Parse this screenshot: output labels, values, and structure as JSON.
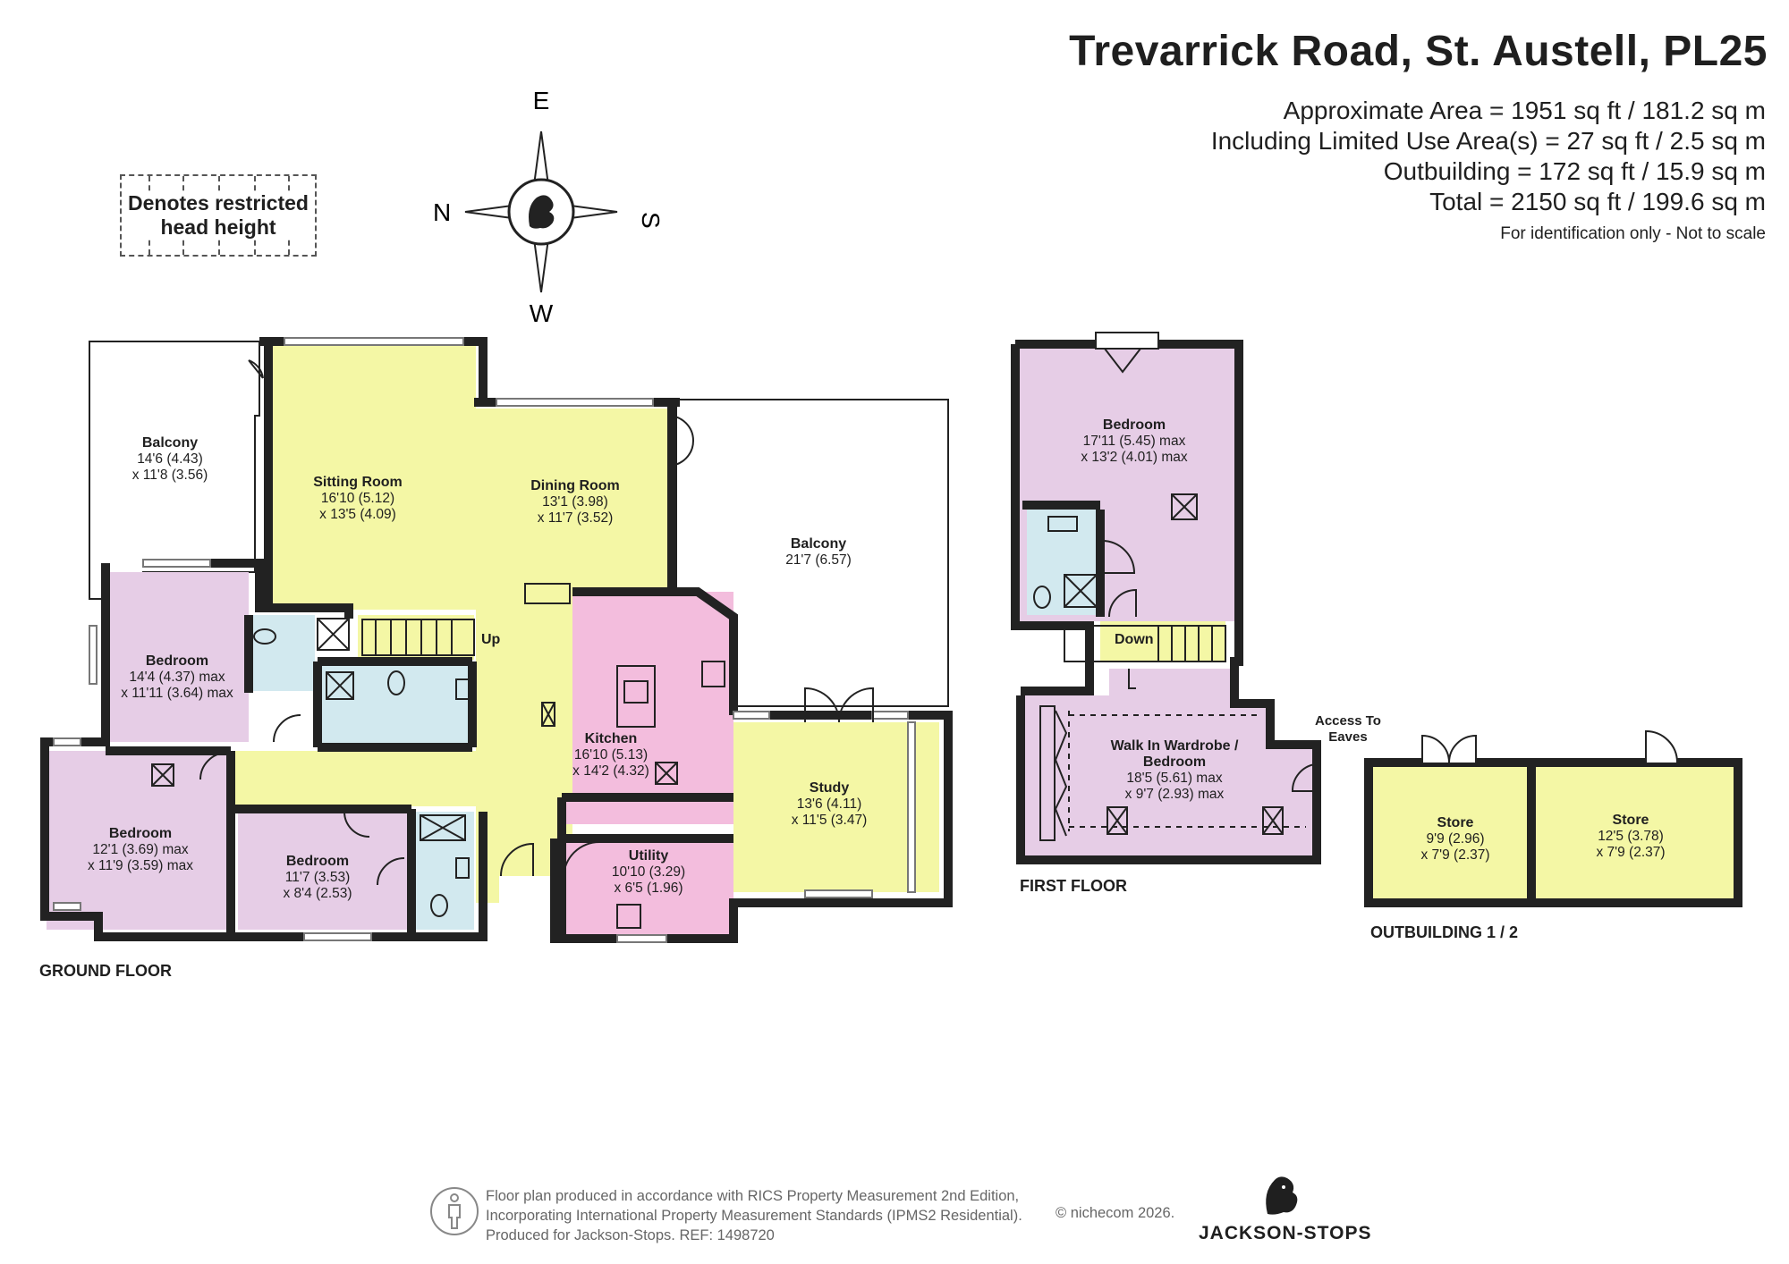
{
  "header": {
    "title": "Trevarrick Road, St. Austell, PL25",
    "area_lines": [
      "Approximate Area = 1951 sq ft / 181.2 sq m",
      "Including Limited Use Area(s) = 27 sq ft / 2.5 sq m",
      "Outbuilding = 172 sq ft / 15.9 sq m",
      "Total = 2150 sq ft / 199.6 sq m"
    ],
    "note": "For identification only - Not to scale"
  },
  "legend": {
    "restricted_line1": "Denotes restricted",
    "restricted_line2": "head height"
  },
  "compass": {
    "top": "E",
    "bottom": "W",
    "left": "N",
    "right": "S"
  },
  "floors": {
    "ground": "GROUND FLOOR",
    "first": "FIRST FLOOR",
    "outbuilding": "OUTBUILDING 1 / 2"
  },
  "rooms": {
    "balcony_left": {
      "name": "Balcony",
      "dim1": "14'6 (4.43)",
      "dim2": "x 11'8 (3.56)"
    },
    "sitting": {
      "name": "Sitting Room",
      "dim1": "16'10 (5.12)",
      "dim2": "x 13'5 (4.09)"
    },
    "dining": {
      "name": "Dining Room",
      "dim1": "13'1 (3.98)",
      "dim2": "x 11'7 (3.52)"
    },
    "balcony_right": {
      "name": "Balcony",
      "dim1": "21'7 (6.57)"
    },
    "bedroom_a": {
      "name": "Bedroom",
      "dim1": "14'4 (4.37) max",
      "dim2": "x 11'11 (3.64) max"
    },
    "kitchen": {
      "name": "Kitchen",
      "dim1": "16'10 (5.13)",
      "dim2": "x 14'2 (4.32)"
    },
    "study": {
      "name": "Study",
      "dim1": "13'6 (4.11)",
      "dim2": "x 11'5 (3.47)"
    },
    "bedroom_b": {
      "name": "Bedroom",
      "dim1": "12'1 (3.69) max",
      "dim2": "x 11'9 (3.59) max"
    },
    "bedroom_c": {
      "name": "Bedroom",
      "dim1": "11'7 (3.53)",
      "dim2": "x 8'4 (2.53)"
    },
    "utility": {
      "name": "Utility",
      "dim1": "10'10 (3.29)",
      "dim2": "x 6'5 (1.96)"
    },
    "first_bedroom": {
      "name": "Bedroom",
      "dim1": "17'11 (5.45) max",
      "dim2": "x 13'2 (4.01) max"
    },
    "walkin": {
      "name": "Walk In Wardrobe /",
      "name2": "Bedroom",
      "dim1": "18'5 (5.61) max",
      "dim2": "x 9'7 (2.93) max"
    },
    "store1": {
      "name": "Store",
      "dim1": "9'9 (2.96)",
      "dim2": "x 7'9 (2.37)"
    },
    "store2": {
      "name": "Store",
      "dim1": "12'5 (3.78)",
      "dim2": "x 7'9 (2.37)"
    }
  },
  "labels": {
    "up": "Up",
    "down": "Down",
    "eaves1": "Access To",
    "eaves2": "Eaves"
  },
  "footer": {
    "line1": "Floor plan produced in accordance with RICS Property Measurement 2nd Edition,",
    "line2": "Incorporating International Property Measurement Standards (IPMS2 Residential).",
    "line3": "Produced for Jackson-Stops.   REF:  1498720",
    "copyright": "© nichecom 2026.",
    "brand": "JACKSON-STOPS"
  },
  "colors": {
    "wall": "#222222",
    "living": "#f4f7a5",
    "bedroom": "#e6cde6",
    "bathroom": "#d2e9ef",
    "kitchen": "#f3bddd",
    "store": "#f4f7a5"
  }
}
